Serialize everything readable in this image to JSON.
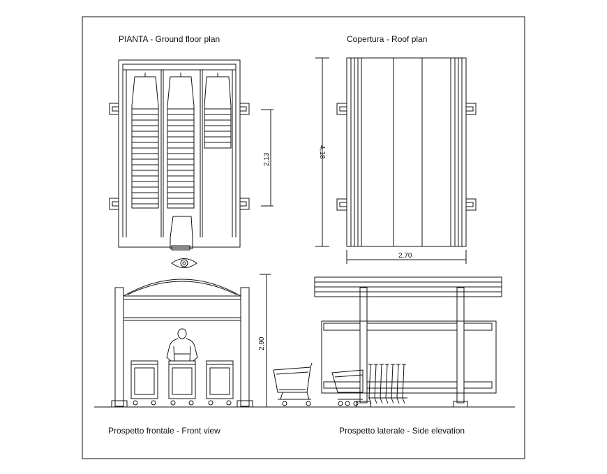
{
  "drawing": {
    "titles": {
      "floor_plan": "PIANTA - Ground floor plan",
      "roof_plan": "Copertura -  Roof plan",
      "front_view": "Prospetto frontale  -  Front view",
      "side_elevation": "Prospetto laterale - Side elevation"
    },
    "dimensions": {
      "plan_width": "2,70",
      "plan_depth": "4,18",
      "interior_length": "2,13",
      "total_height": "2,90"
    }
  },
  "colors": {
    "line": "#111111",
    "background": "#ffffff"
  }
}
